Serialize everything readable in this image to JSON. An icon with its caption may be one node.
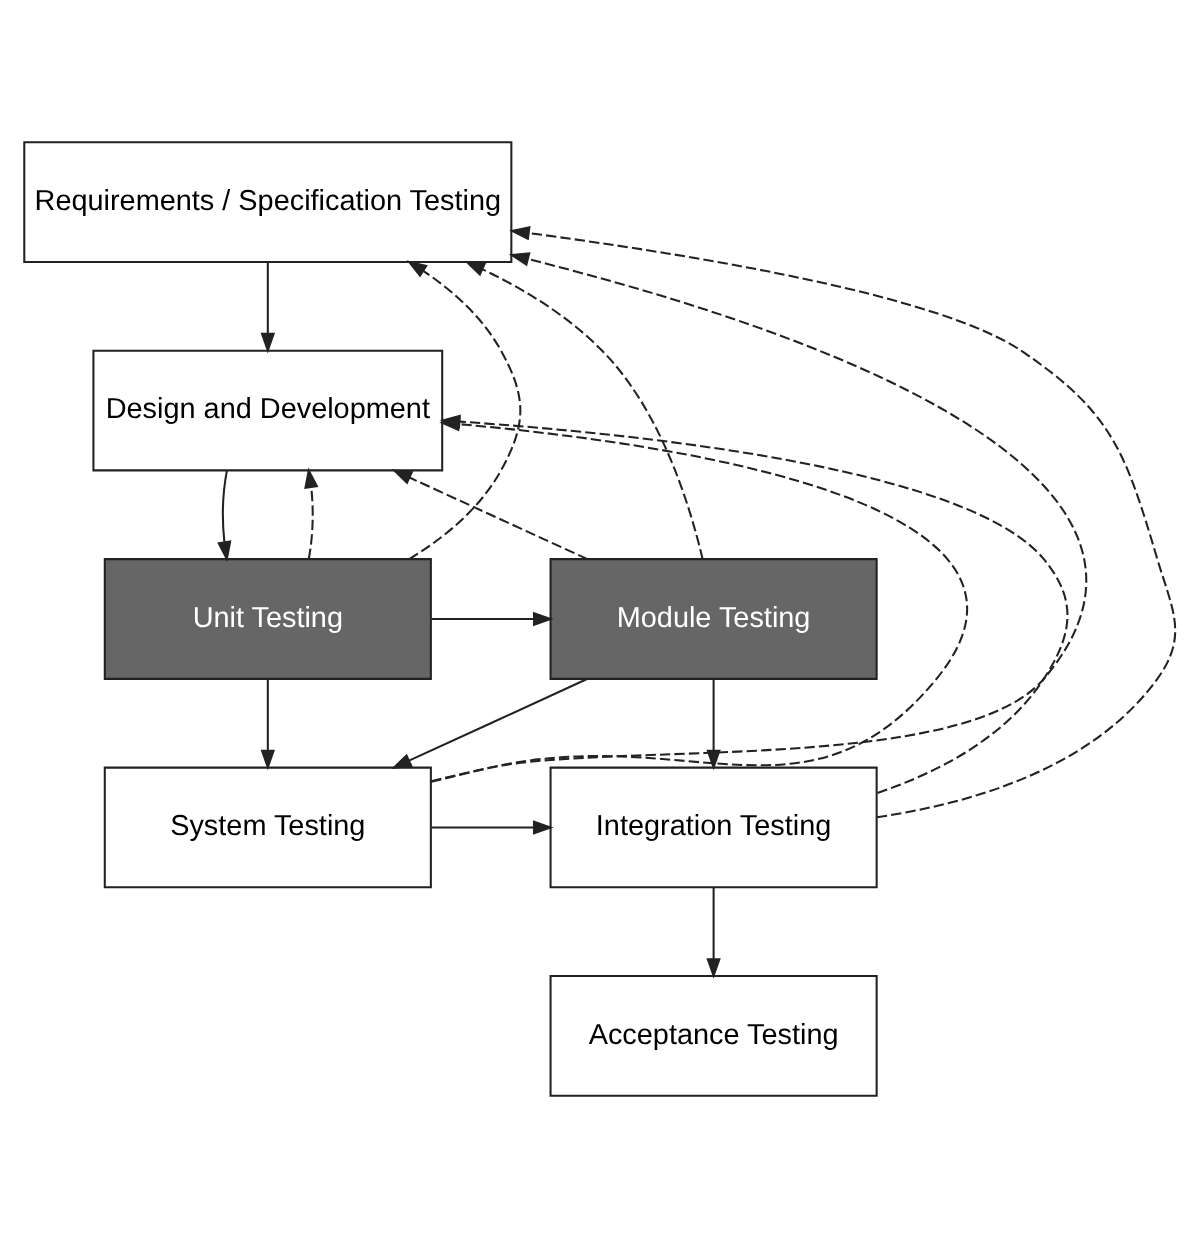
{
  "diagram": {
    "nodes": [
      {
        "text": [
          "Requirements / Specification Testing"
        ]
      },
      {
        "text": [
          "Design and Development"
        ]
      },
      {
        "text": [
          "Unit Testing"
        ]
      },
      {
        "text": [
          "Module Testing"
        ]
      },
      {
        "text": [
          "System Testing"
        ]
      },
      {
        "text": [
          "Integration Testing"
        ]
      },
      {
        "text": [
          "Acceptance Testing"
        ]
      }
    ],
    "edges": [
      {
        "from": 0,
        "to": 1,
        "arrow": "to"
      },
      {
        "from": 1,
        "to": 2,
        "arrow": "to"
      },
      {
        "from": 2,
        "to": 3,
        "arrow": "to"
      },
      {
        "from": 2,
        "to": 4,
        "arrow": "to"
      },
      {
        "from": 3,
        "to": 4,
        "arrow": "to"
      },
      {
        "from": 3,
        "to": 5,
        "arrow": "to"
      },
      {
        "from": 4,
        "to": 5,
        "arrow": "to"
      },
      {
        "from": 5,
        "to": 6,
        "arrow": "to"
      },
      {
        "from": 2,
        "to": 0,
        "arrow": "to",
        "style": "dashed"
      },
      {
        "from": 2,
        "to": 1,
        "arrow": "to",
        "style": "dashed"
      },
      {
        "from": 4,
        "to": 0,
        "arrow": "to",
        "style": "dashed"
      },
      {
        "from": 4,
        "to": 1,
        "arrow": "to",
        "style": "dashed"
      },
      {
        "from": 3,
        "to": 0,
        "arrow": "to",
        "style": "dashed"
      },
      {
        "from": 3,
        "to": 1,
        "arrow": "to",
        "style": "dashed"
      },
      {
        "from": 5,
        "to": 0,
        "arrow": "to",
        "style": "dashed"
      },
      {
        "from": 5,
        "to": 1,
        "arrow": "to",
        "style": "dashed"
      }
    ]
  }
}
